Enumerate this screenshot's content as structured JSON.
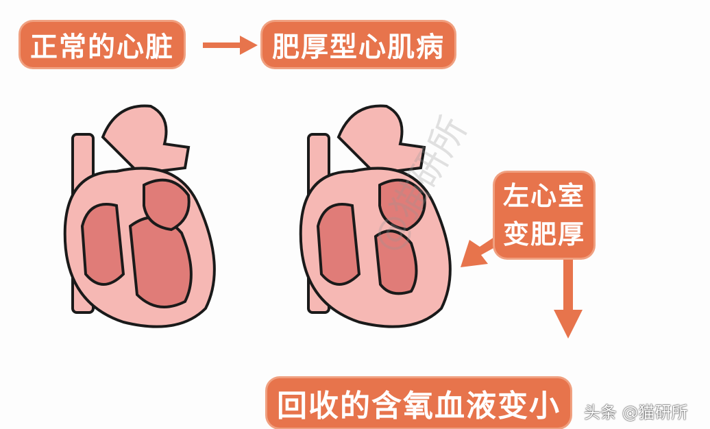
{
  "labels": {
    "normal_heart": "正常的心脏",
    "hcm": "肥厚型心肌病",
    "lv_line1": "左心室",
    "lv_line2": "变肥厚",
    "reduced_blood": "回收的含氧血液变小"
  },
  "watermark": "@猫研所",
  "source_mark": "头条 @猫研所",
  "colors": {
    "label_bg": "#e7744c",
    "heart_outer": "#f6b8b4",
    "heart_inner": "#e07c78",
    "outline": "#1a1a1a"
  }
}
